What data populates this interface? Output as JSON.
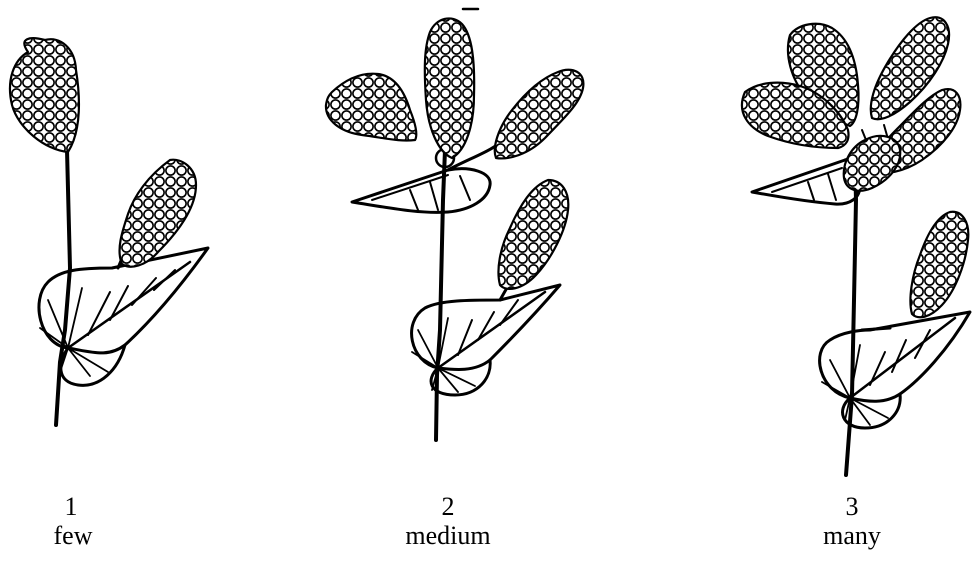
{
  "illustrations": [
    {
      "number": "1",
      "label": "few",
      "cluster_count": 2
    },
    {
      "number": "2",
      "label": "medium",
      "cluster_count": 4
    },
    {
      "number": "3",
      "label": "many",
      "cluster_count": 6
    }
  ],
  "colors": {
    "ink": "#000000",
    "background": "#ffffff"
  }
}
